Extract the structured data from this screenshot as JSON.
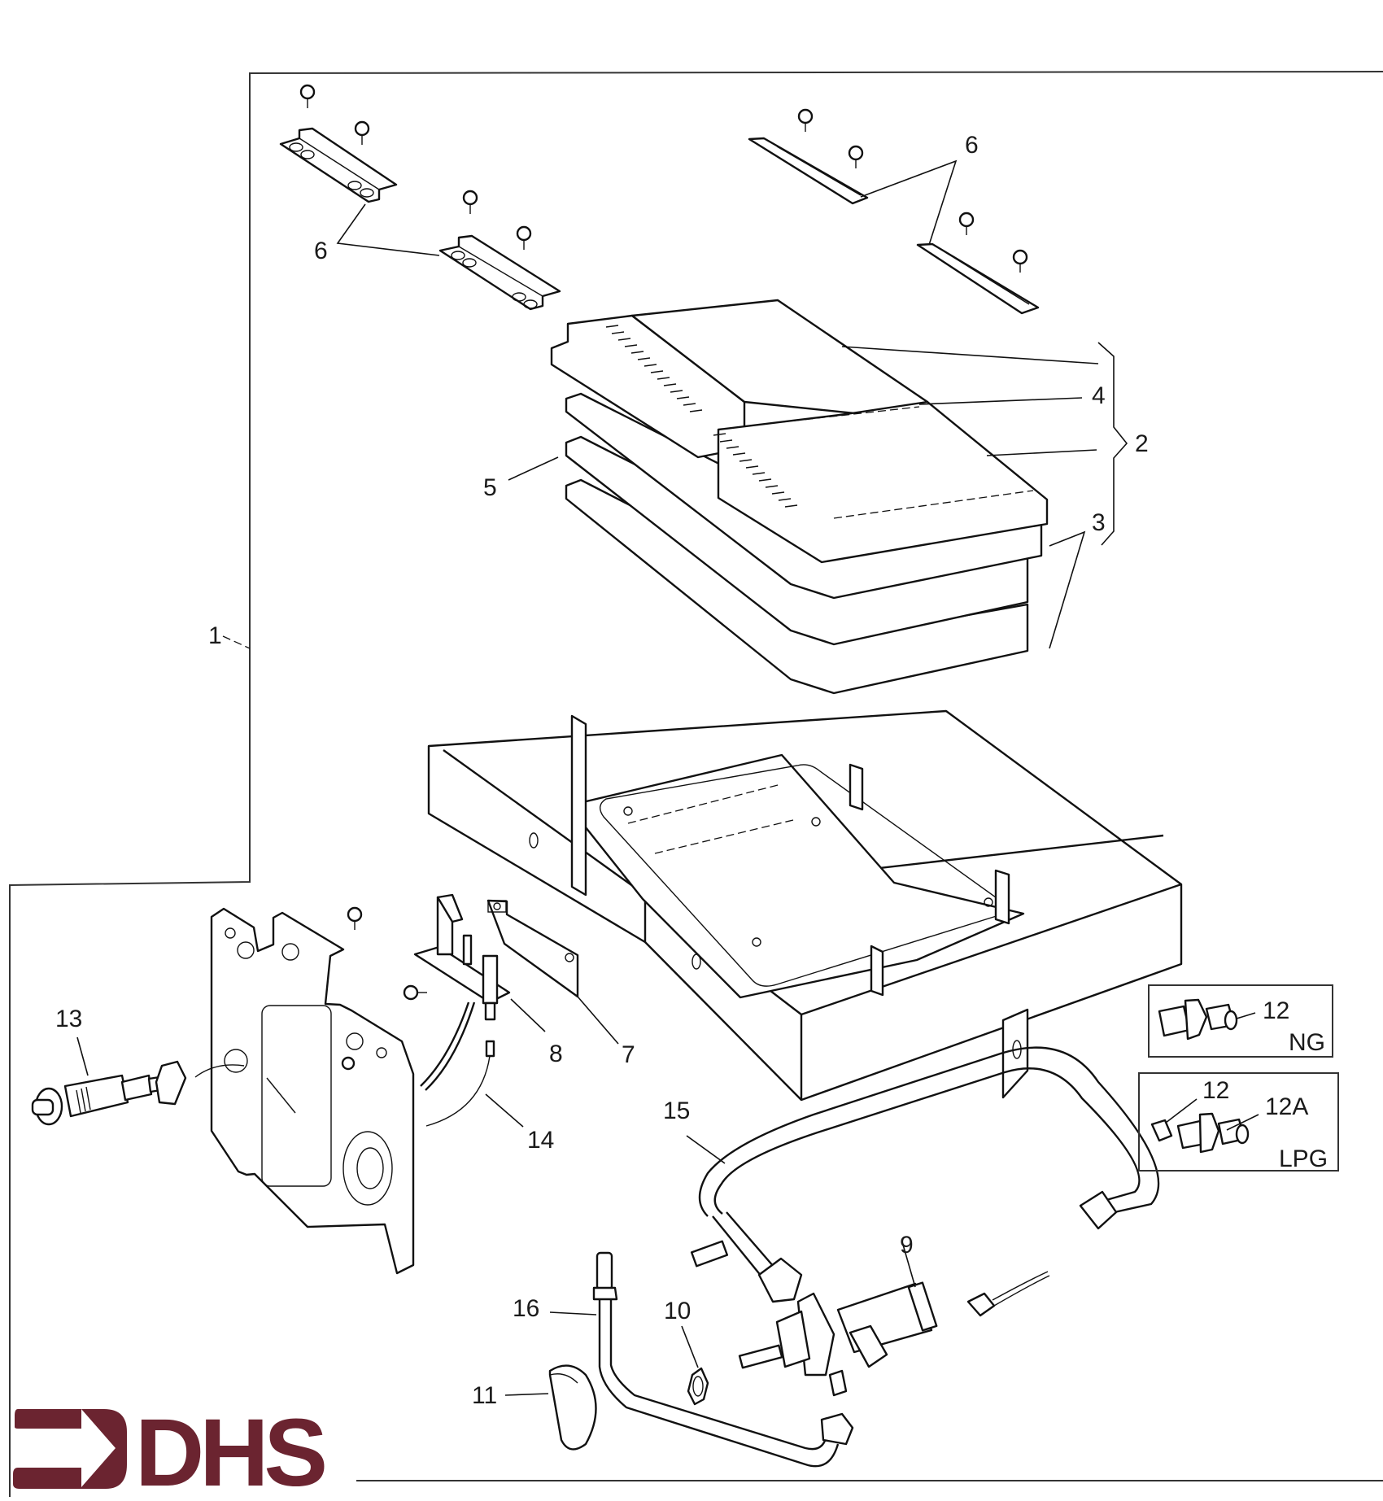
{
  "diagram": {
    "type": "exploded-parts-diagram",
    "logo": {
      "text": "DHS",
      "color": "#6b2430"
    },
    "callouts": [
      {
        "id": "c1",
        "label": "1"
      },
      {
        "id": "c2",
        "label": "2"
      },
      {
        "id": "c3",
        "label": "3"
      },
      {
        "id": "c4",
        "label": "4"
      },
      {
        "id": "c5",
        "label": "5"
      },
      {
        "id": "c6a",
        "label": "6"
      },
      {
        "id": "c6b",
        "label": "6"
      },
      {
        "id": "c7",
        "label": "7"
      },
      {
        "id": "c8",
        "label": "8"
      },
      {
        "id": "c9",
        "label": "9"
      },
      {
        "id": "c10",
        "label": "10"
      },
      {
        "id": "c11",
        "label": "11"
      },
      {
        "id": "c13",
        "label": "13"
      },
      {
        "id": "c14",
        "label": "14"
      },
      {
        "id": "c15",
        "label": "15"
      },
      {
        "id": "c16",
        "label": "16"
      }
    ],
    "insets": [
      {
        "id": "ng",
        "gas_label": "NG",
        "parts": [
          "12"
        ]
      },
      {
        "id": "lpg",
        "gas_label": "LPG",
        "parts": [
          "12",
          "12A"
        ]
      }
    ]
  }
}
